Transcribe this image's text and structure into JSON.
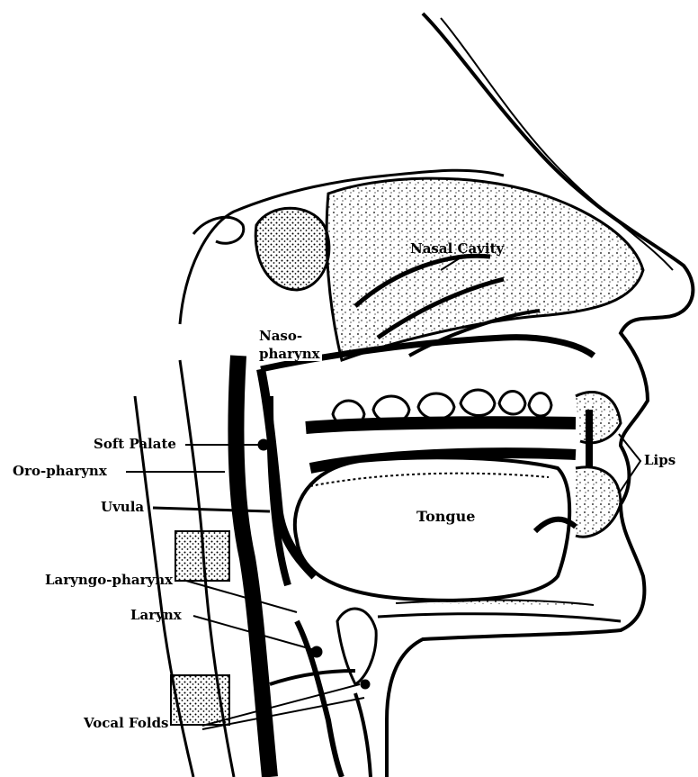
{
  "labels": {
    "nasal_cavity": "Nasal Cavity",
    "nasopharynx_line1": "Naso-",
    "nasopharynx_line2": "pharynx",
    "soft_palate": "Soft Palate",
    "oropharynx": "Oro-pharynx",
    "uvula": "Uvula",
    "tongue": "Tongue",
    "lips": "Lips",
    "laryngopharynx": "Laryngo-pharynx",
    "larynx": "Larynx",
    "vocal_folds": "Vocal Folds"
  },
  "colors": {
    "ink": "#000000",
    "paper": "#ffffff"
  }
}
